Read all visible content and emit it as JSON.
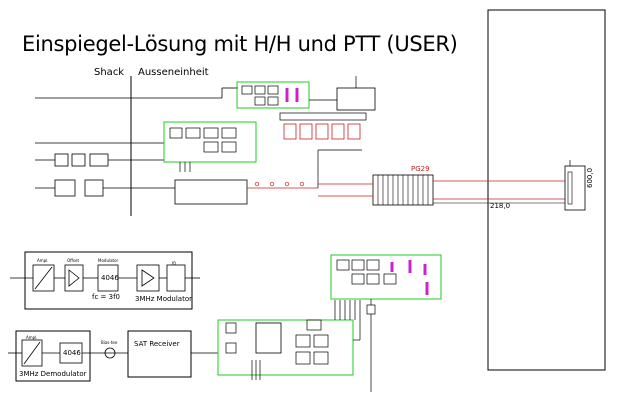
{
  "title": "Einspiegel-Lösung mit H/H und PTT (USER)",
  "regions": {
    "left": "Shack",
    "right": "Ausseneinheit"
  },
  "cable": {
    "label": "PG29",
    "length": "218,0"
  },
  "mast": {
    "dimension": "600,0"
  },
  "modulator": {
    "block_labels": [
      "Ampl.",
      "Offset",
      "Modulator",
      "4046",
      "f0"
    ],
    "formula": "fc = 3f0",
    "caption": "3MHz Modulator"
  },
  "demodulator": {
    "block_labels": [
      "Ampl.",
      "4046"
    ],
    "caption": "3MHz Demodulator"
  },
  "bias_tee": {
    "label": "Bias-tee"
  },
  "sat_receiver": {
    "label": "SAT Receiver"
  },
  "colors": {
    "line": "#000000",
    "green_box": "#22cc22",
    "cable": "#cc2222",
    "magenta": "#cc22cc"
  }
}
